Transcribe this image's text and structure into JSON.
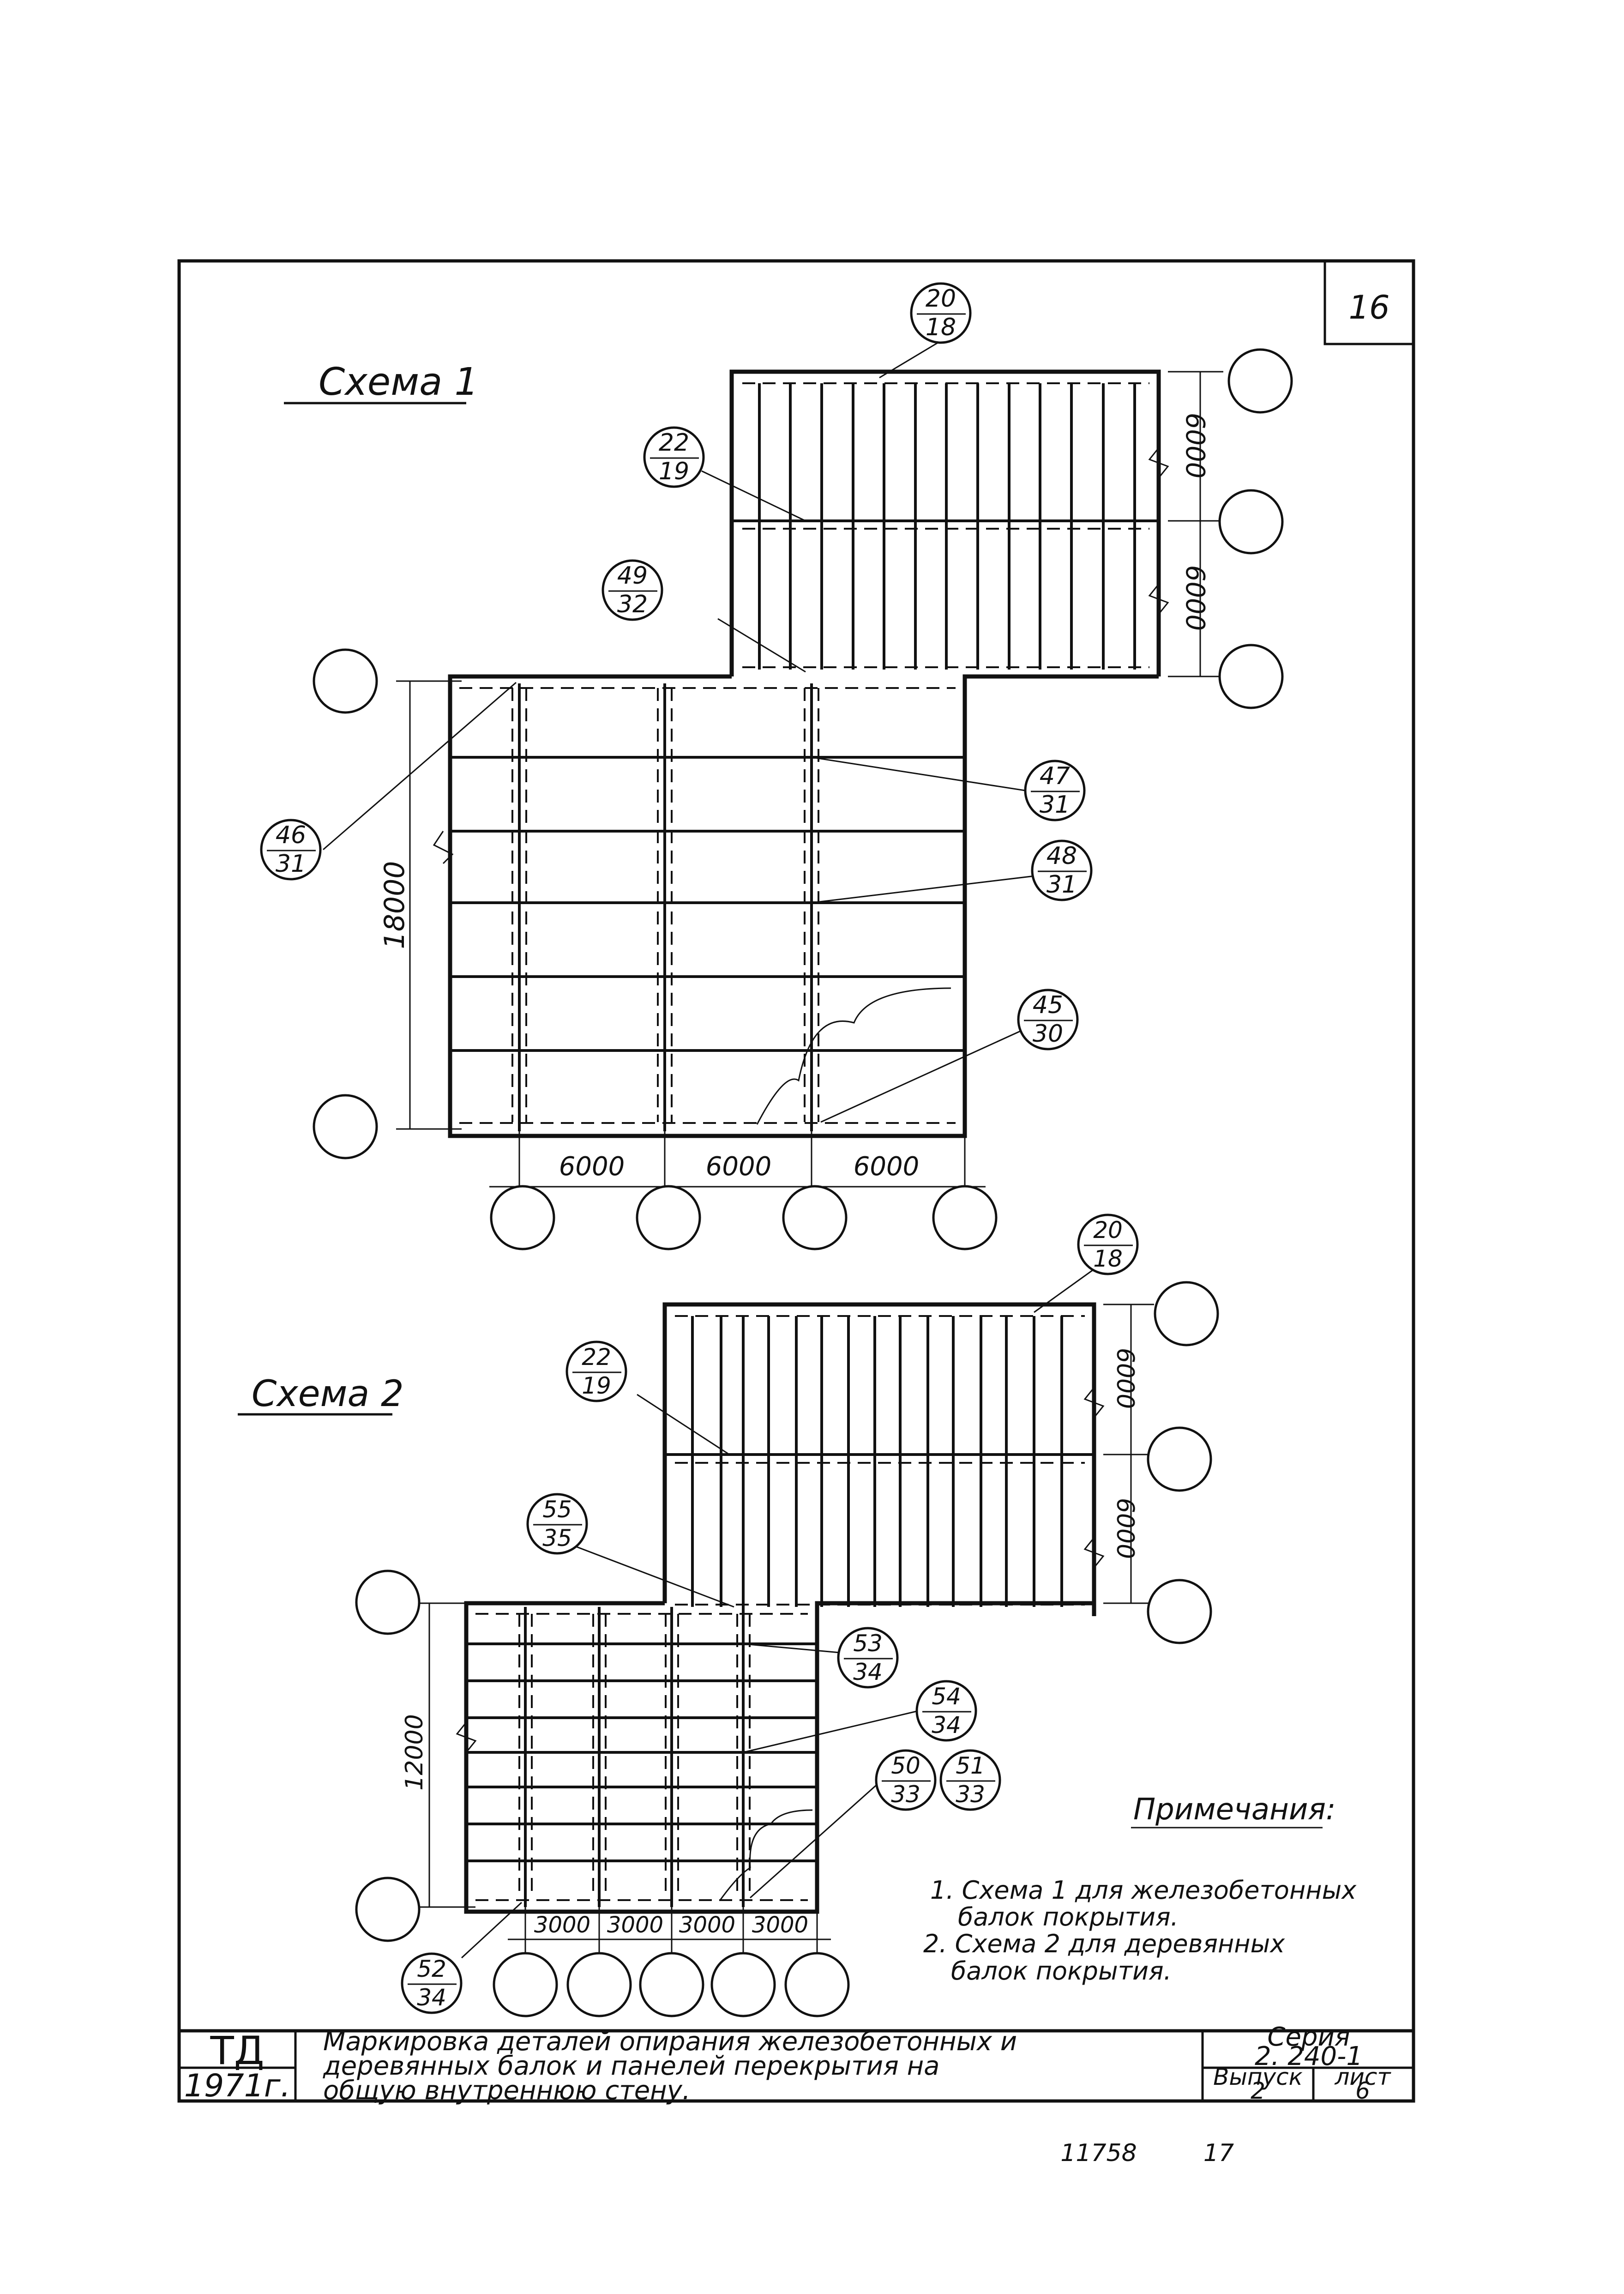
{
  "sheet": {
    "number": "16"
  },
  "scheme1": {
    "title": "Схема 1",
    "dims": {
      "span1": "6000",
      "span2": "6000",
      "span3": "6000",
      "height": "18000",
      "top1": "6000",
      "top2": "6000"
    },
    "marks": [
      {
        "num": "20",
        "den": "18"
      },
      {
        "num": "22",
        "den": "19"
      },
      {
        "num": "49",
        "den": "32"
      },
      {
        "num": "47",
        "den": "31"
      },
      {
        "num": "46",
        "den": "31"
      },
      {
        "num": "48",
        "den": "31"
      },
      {
        "num": "45",
        "den": "30"
      }
    ]
  },
  "scheme2": {
    "title": "Схема 2",
    "dims": {
      "span1": "3000",
      "span2": "3000",
      "span3": "3000",
      "span4": "3000",
      "height": "12000",
      "top1": "6000",
      "top2": "6000"
    },
    "marks": [
      {
        "num": "20",
        "den": "18"
      },
      {
        "num": "22",
        "den": "19"
      },
      {
        "num": "55",
        "den": "35"
      },
      {
        "num": "53",
        "den": "34"
      },
      {
        "num": "54",
        "den": "34"
      },
      {
        "num": "50",
        "den": "33"
      },
      {
        "num": "51",
        "den": "33"
      },
      {
        "num": "52",
        "den": "34"
      }
    ]
  },
  "notes": {
    "heading": "Примечания:",
    "items": [
      {
        "line1": "1. Схема 1 для железобетонных",
        "line2": "балок покрытия."
      },
      {
        "line1": "2. Схема 2 для деревянных",
        "line2": "балок покрытия."
      }
    ]
  },
  "title_block": {
    "org": "ТД",
    "year": "1971г.",
    "title_lines": [
      "Маркировка деталей опирания железобетонных и",
      "деревянных балок и панелей перекрытия на",
      "общую внутреннюю стену."
    ],
    "series_label": "Серия",
    "series_value": "2. 240-1",
    "issue_label": "Выпуск",
    "issue_value": "2",
    "sheet_label": "лист",
    "sheet_value": "6"
  },
  "footer": {
    "left": "11758",
    "right": "17"
  }
}
